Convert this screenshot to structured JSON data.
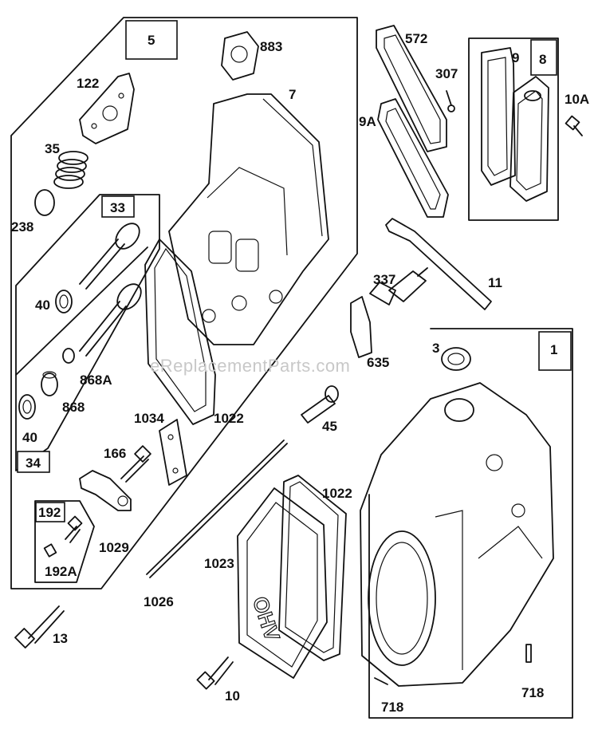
{
  "watermark": "eReplacementParts.com",
  "labels": {
    "p5": "5",
    "p883": "883",
    "p7": "7",
    "p122": "122",
    "p35": "35",
    "p238": "238",
    "p33": "33",
    "p40a": "40",
    "p868A": "868A",
    "p868": "868",
    "p40b": "40",
    "p34": "34",
    "p1034": "1034",
    "p1022a": "1022",
    "p166": "166",
    "p192": "192",
    "p192A": "192A",
    "p1029": "1029",
    "p572": "572",
    "p307": "307",
    "p9A": "9A",
    "p9": "9",
    "p8": "8",
    "p10A": "10A",
    "p11": "11",
    "p337": "337",
    "p635": "635",
    "p3": "3",
    "p1": "1",
    "p45": "45",
    "p1022b": "1022",
    "p1023": "1023",
    "p1026": "1026",
    "p13": "13",
    "p10": "10",
    "p718a": "718",
    "p718b": "718"
  }
}
